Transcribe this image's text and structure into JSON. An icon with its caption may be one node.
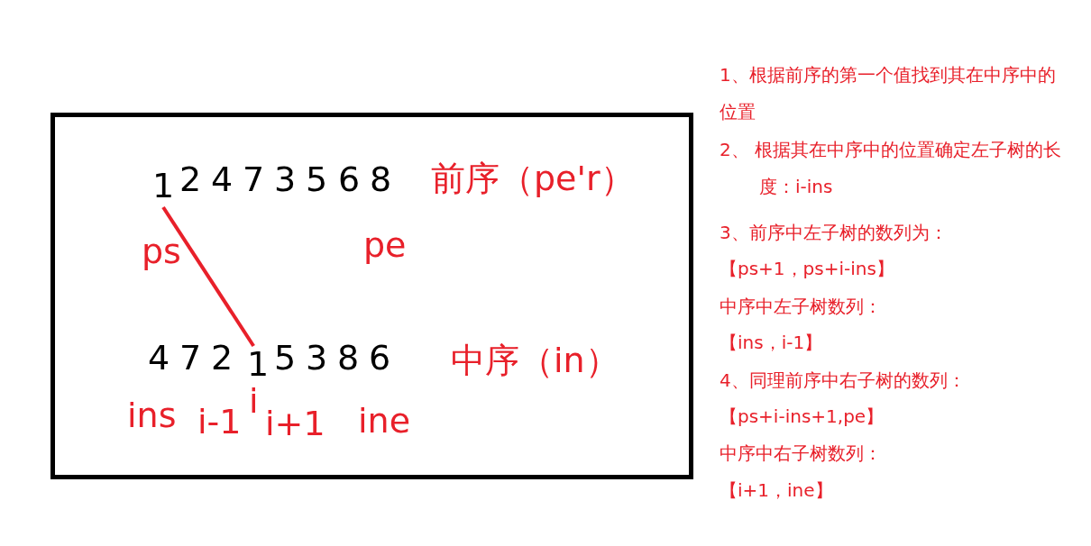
{
  "diagram": {
    "nodes": [
      {
        "text": [],
        "shape": "box"
      },
      {
        "text": [
          "1"
        ],
        "in": 0
      },
      {
        "text": [
          "1"
        ],
        "in": 0
      }
    ],
    "edges": [
      {
        "from": 1,
        "to": 2,
        "arrow": "none",
        "color": "#e8202a"
      }
    ],
    "labels": [
      "2",
      "4",
      "7",
      "3",
      "5",
      "6",
      "8",
      "前序（pe'r）",
      "ps",
      "pe",
      "4",
      "7",
      "2",
      "5",
      "3",
      "8",
      "6",
      "中序（in）",
      "ins",
      "i-1",
      "i",
      "i+1",
      "ine",
      "1、根据前序的第一个值找到其在中序中的位置",
      "2、 根据其在中序中的位置确定左子树的长度：i-ins",
      "3、前序中左子树的数列为：",
      "【ps+1，ps+i-ins】",
      "中序中左子树数列：",
      "【ins，i-1】",
      "4、同理前序中右子树的数列：",
      "【ps+i-ins+1,pe】",
      "中序中右子树数列：",
      "【i+1，ine】"
    ]
  }
}
